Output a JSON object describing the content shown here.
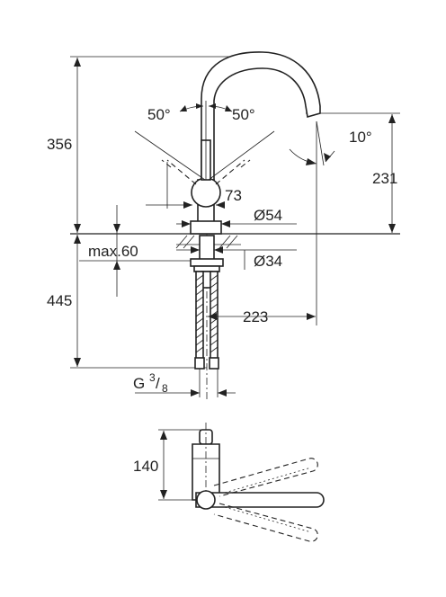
{
  "labels": {
    "height_total": "356",
    "height_spout": "231",
    "angle_left": "50°",
    "angle_right": "50°",
    "angle_spout": "10°",
    "handle_dim": "73",
    "base_diameter": "Ø54",
    "hole_diameter": "Ø34",
    "max_thickness": "max.60",
    "hose_length": "445",
    "spout_reach": "223",
    "thread_main": "G",
    "thread_num": "3",
    "thread_den": "8",
    "top_view_dim": "140"
  }
}
